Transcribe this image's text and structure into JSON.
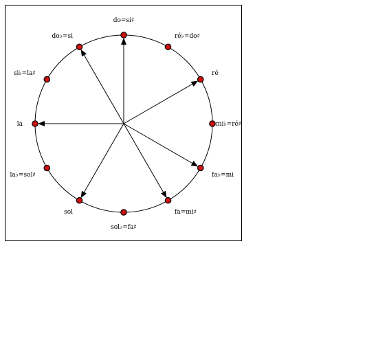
{
  "diagram": {
    "colors": {
      "line": "#000000",
      "dot_fill": "#cc1111",
      "dot_stroke": "#000000"
    },
    "notes": [
      {
        "id": "do",
        "label": "do=si♯"
      },
      {
        "id": "reb",
        "label": "ré♭=do♯"
      },
      {
        "id": "re",
        "label": "ré"
      },
      {
        "id": "mib",
        "label": "mi♭=ré♯"
      },
      {
        "id": "fab",
        "label": "fa♭=mi"
      },
      {
        "id": "fa",
        "label": "fa=mi♯"
      },
      {
        "id": "solb",
        "label": "sol♭=fa♯"
      },
      {
        "id": "sol",
        "label": "sol"
      },
      {
        "id": "lab",
        "label": "la♭=sol♯"
      },
      {
        "id": "la",
        "label": "la"
      },
      {
        "id": "sib",
        "label": "si♭=la♯"
      },
      {
        "id": "dob",
        "label": "do♭=si"
      }
    ],
    "arrows_to": [
      "do",
      "re",
      "fab",
      "fa",
      "sol",
      "la",
      "dob"
    ]
  }
}
